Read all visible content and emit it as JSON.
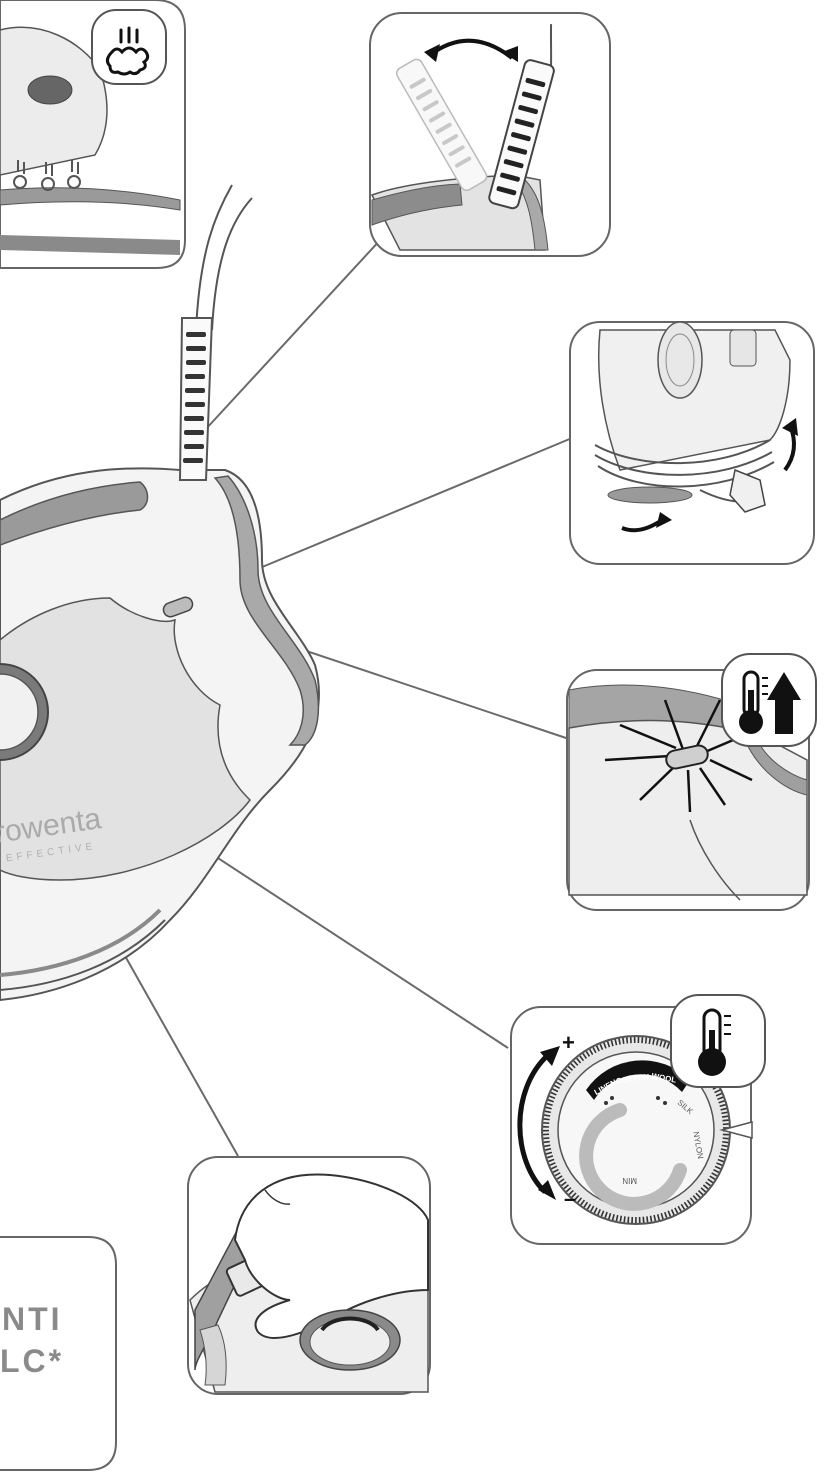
{
  "brand": {
    "logo_text": "rowenta",
    "logo_sub": "EFFECTIVE"
  },
  "colors": {
    "outline": "#555555",
    "body_fill": "#e6e6e6",
    "body_light": "#f3f3f3",
    "accent_gray": "#9a9a9a",
    "dark": "#1e1e1e",
    "text_gray": "#8a8a8a"
  },
  "dial": {
    "labels": [
      "LINEN",
      "COTTON",
      "WOOL",
      "SILK",
      "NYLON",
      "MIN"
    ],
    "plus": "+",
    "minus": "–"
  },
  "anti_calc_box": {
    "line1": "NTI",
    "line2": "LC*"
  },
  "icons": {
    "steam_top": "steam-icon",
    "temp_up": "thermometer-up-icon",
    "temp": "thermometer-icon"
  }
}
